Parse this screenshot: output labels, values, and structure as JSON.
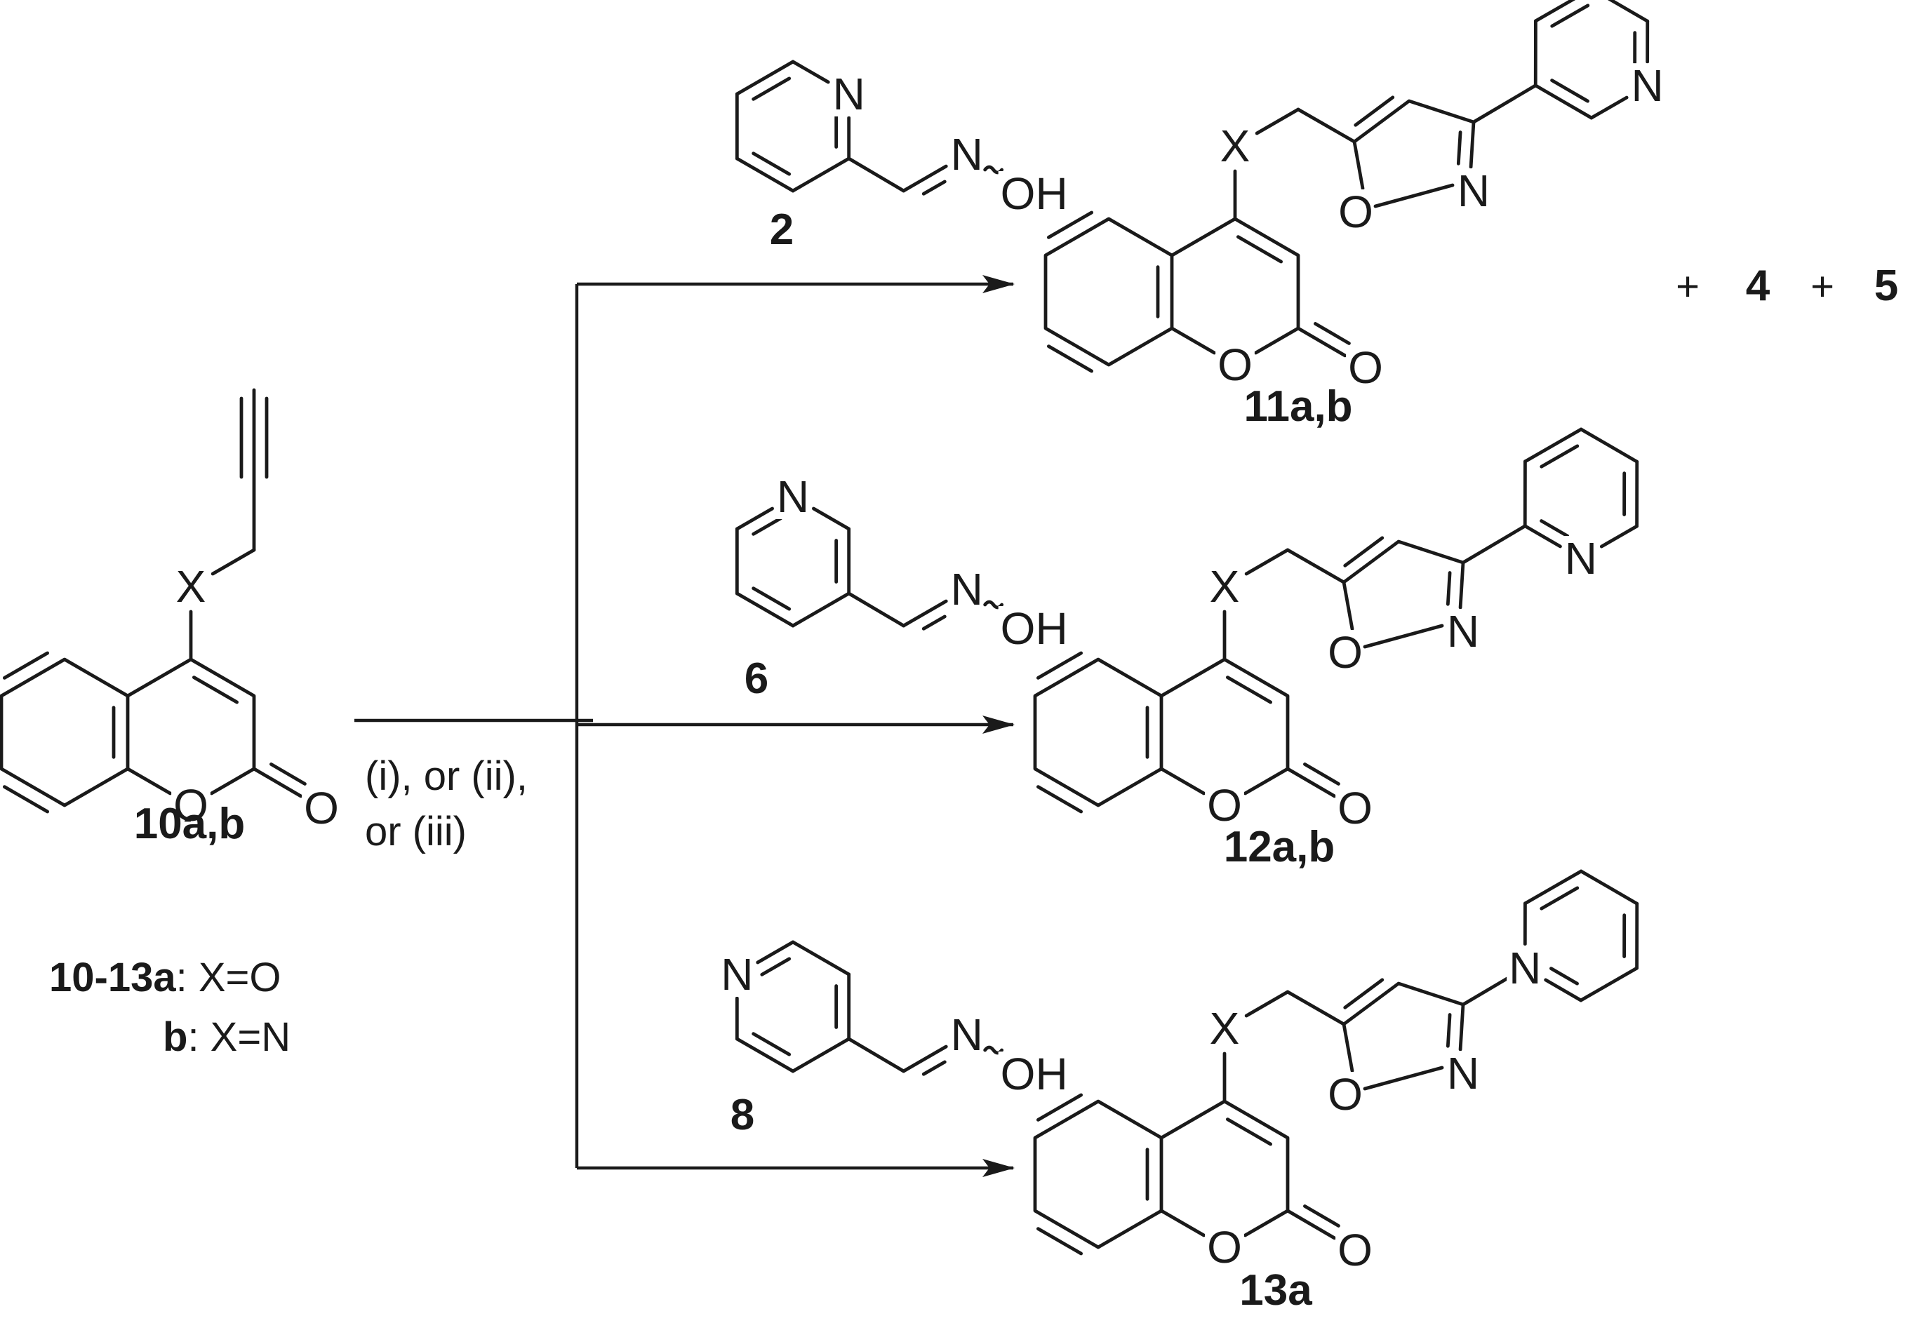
{
  "atoms": {
    "x": "X",
    "o": "O",
    "n": "N",
    "oh": "OH"
  },
  "labels": {
    "sm": "10a,b",
    "reagent_2": "2",
    "reagent_6": "6",
    "reagent_8": "8",
    "prod_11": "11a,b",
    "prod_12": "12a,b",
    "prod_13": "13a"
  },
  "conditions": {
    "line1": "(i), or (ii),",
    "line2": "or (iii)"
  },
  "byproducts": {
    "plus": "+",
    "b1": "4",
    "b2": "5"
  },
  "legend": {
    "row1_bold": "10-13a",
    "row1_rest": ": X=O",
    "row2_bold": "b",
    "row2_rest": ": X=N"
  }
}
